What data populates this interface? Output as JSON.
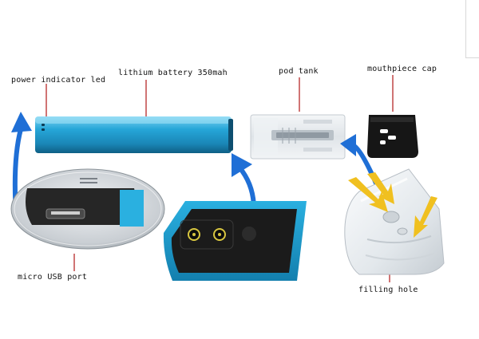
{
  "labels": {
    "power_led": "power indicator led",
    "battery": "lithium battery 350mah",
    "pod_tank": "pod tank",
    "mouthpiece": "mouthpiece cap",
    "usb_port": "micro USB port",
    "filling_hole": "filling hole"
  },
  "colors": {
    "battery_blue": "#1e9fd0",
    "arrow_blue": "#1f6fd6",
    "arrow_yellow": "#f0c020",
    "cap_black": "#161616",
    "leader_red": "#b01818"
  }
}
